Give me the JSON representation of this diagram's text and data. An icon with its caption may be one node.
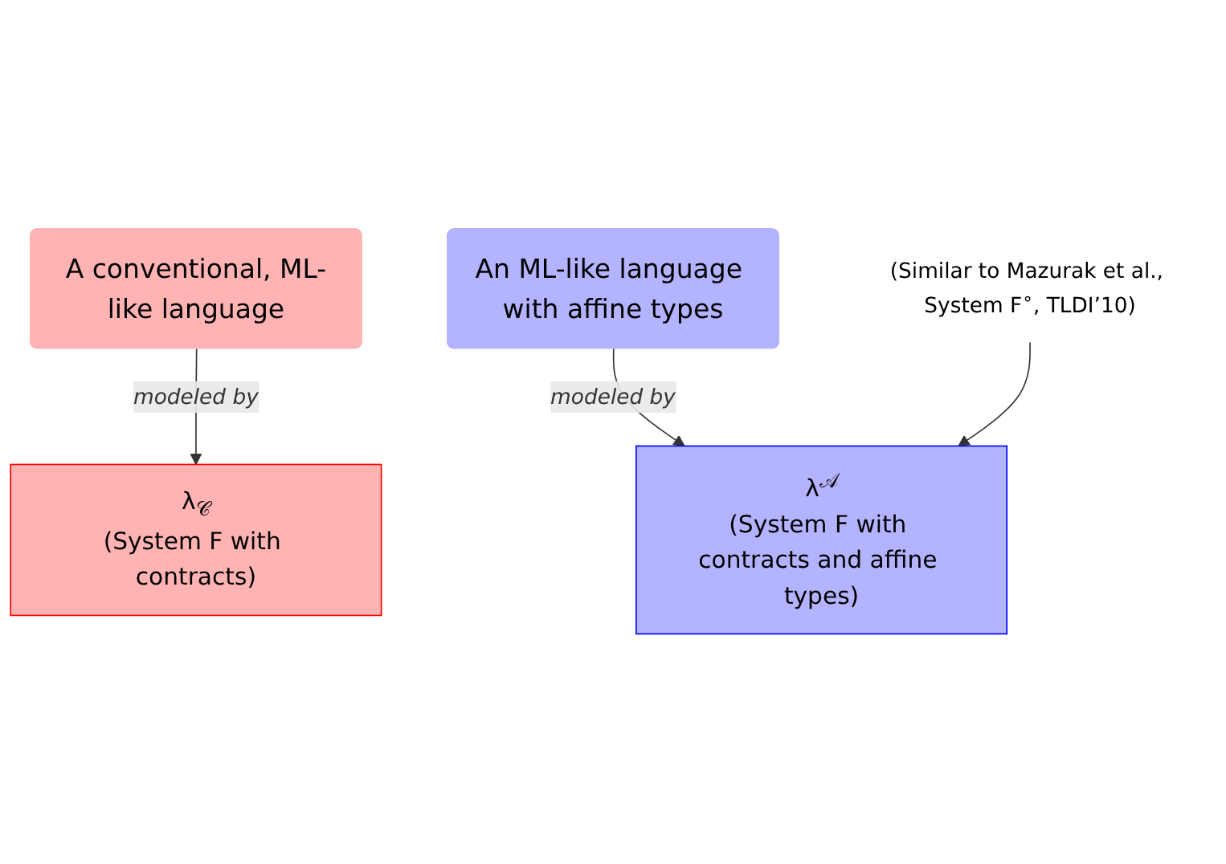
{
  "diagram": {
    "nodes": [
      {
        "text": [
          "A conventional, ML-like language"
        ]
      },
      {
        "text": [
          "λ$_{𝒞}$",
          "(System F with contracts)"
        ]
      },
      {
        "text": [
          "An ML-like language with affine types"
        ]
      },
      {
        "text": [
          "λ$^{𝒜}$",
          "(System F with contracts and affine types)"
        ]
      },
      {
        "text": [
          "(Similar to Mazurak et al., System F$^{∘}$, TLDI’10)"
        ]
      }
    ],
    "edges": [
      {
        "from": 0,
        "to": 1,
        "arrow": "to",
        "label": "modeled by"
      },
      {
        "from": 2,
        "to": 3,
        "arrow": "to",
        "label": "modeled by"
      },
      {
        "from": 4,
        "to": 3,
        "arrow": "to"
      }
    ]
  }
}
